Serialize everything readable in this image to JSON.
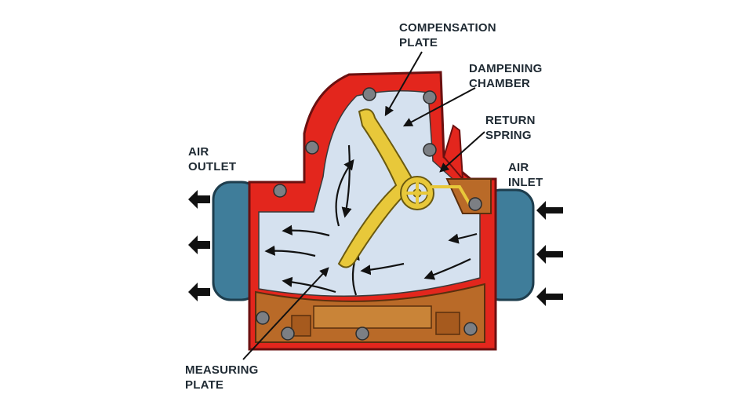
{
  "diagram": {
    "labels": {
      "compensation_plate": [
        "COMPENSATION",
        "PLATE"
      ],
      "dampening_chamber": [
        "DAMPENING",
        "CHAMBER"
      ],
      "return_spring": [
        "RETURN",
        "SPRING"
      ],
      "air_outlet": [
        "AIR",
        "OUTLET"
      ],
      "air_inlet": [
        "AIR",
        "INLET"
      ],
      "measuring_plate": [
        "MEASURING",
        "PLATE"
      ]
    },
    "colors": {
      "housing": "#e3261d",
      "housing_outline": "#6b1010",
      "chamber": "#d5e1ef",
      "ports": "#3f7d9a",
      "plate": "#e8c83a",
      "base": "#b96a28",
      "bolts": "#7c7f84",
      "arrows": "#111111"
    }
  }
}
